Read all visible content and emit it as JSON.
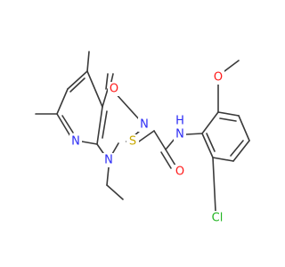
{
  "colors": {
    "bond": "#3a3a3a",
    "carbon": "#3a3a3a",
    "nitrogen": "#2b2bf5",
    "oxygen": "#ff1a1a",
    "sulfur": "#c8a800",
    "chlorine": "#22b522",
    "background": "#ffffff"
  },
  "atoms": {
    "o_carbonyl_ring": {
      "label": "O",
      "element": "oxygen"
    },
    "n3": {
      "label": "N",
      "element": "nitrogen"
    },
    "n1": {
      "label": "N",
      "element": "nitrogen"
    },
    "n8": {
      "label": "N",
      "element": "nitrogen"
    },
    "s": {
      "label": "S",
      "element": "sulfur"
    },
    "o_amide": {
      "label": "O",
      "element": "oxygen"
    },
    "nh": {
      "label": "N",
      "element": "nitrogen"
    },
    "h_amide": {
      "label": "H",
      "element": "nitrogen"
    },
    "o_methoxy": {
      "label": "O",
      "element": "oxygen"
    },
    "cl": {
      "label": "Cl",
      "element": "chlorine"
    }
  }
}
